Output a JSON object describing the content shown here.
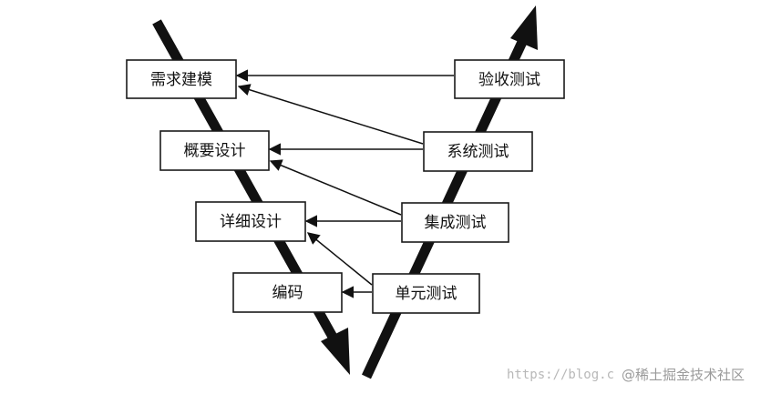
{
  "diagram": {
    "left_stages": [
      {
        "label": "需求建模"
      },
      {
        "label": "概要设计"
      },
      {
        "label": "详细设计"
      },
      {
        "label": "编码"
      }
    ],
    "right_stages": [
      {
        "label": "验收测试"
      },
      {
        "label": "系统测试"
      },
      {
        "label": "集成测试"
      },
      {
        "label": "单元测试"
      }
    ]
  },
  "watermark": {
    "url": "https://blog.c",
    "site": "@稀土掘金技术社区"
  },
  "colors": {
    "line": "#111111",
    "box_border": "#1a1a1a",
    "watermark": "#9a9a9a"
  }
}
